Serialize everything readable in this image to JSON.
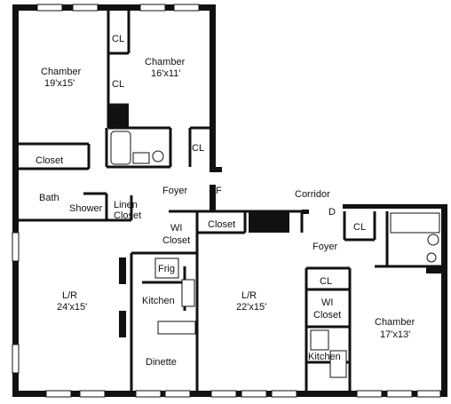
{
  "rooms": {
    "chamber_1_name": "Chamber",
    "chamber_1_size": "19'x15'",
    "chamber_2_name": "Chamber",
    "chamber_2_size": "16'x11'",
    "chamber_3_name": "Chamber",
    "chamber_3_size": "17'x13'",
    "lr_1_name": "L/R",
    "lr_1_size": "24'x15'",
    "lr_2_name": "L/R",
    "lr_2_size": "22'x15'",
    "kitchen_1": "Kitchen",
    "kitchen_2": "Kitchen",
    "dinette": "Dinette",
    "bath": "Bath",
    "shower": "Shower",
    "linen_closet_1": "Linen",
    "linen_closet_2": "Closet",
    "closet_1": "Closet",
    "closet_2": "Closet",
    "wi_closet_1a": "WI",
    "wi_closet_1b": "Closet",
    "wi_closet_2a": "WI",
    "wi_closet_2b": "Closet",
    "cl_1": "CL",
    "cl_2": "CL",
    "cl_3": "CL",
    "cl_4": "CL",
    "cl_5": "CL",
    "foyer_1": "Foyer",
    "foyer_2": "Foyer",
    "corridor": "Corridor",
    "frig": "Frig",
    "door_f": "F",
    "door_d": "D"
  }
}
